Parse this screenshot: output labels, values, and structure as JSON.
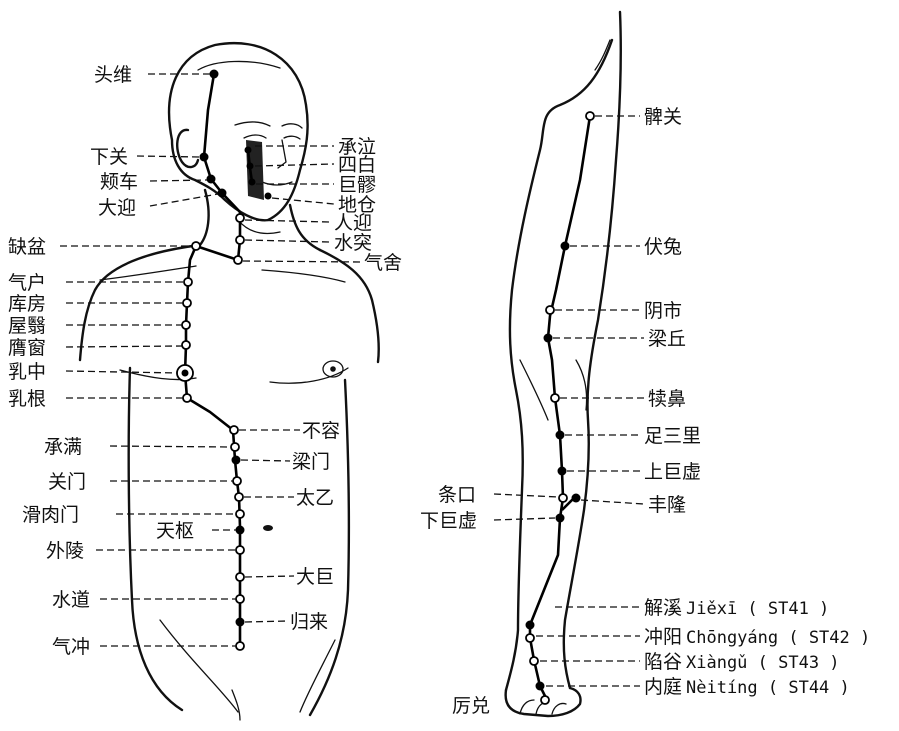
{
  "points": {
    "touwei": "头维",
    "xiaguan": "下关",
    "jiache": "颊车",
    "daying": "大迎",
    "chengqi": "承泣",
    "sibai": "四白",
    "juliao": "巨髎",
    "dicang": "地仓",
    "renying": "人迎",
    "shuitu": "水突",
    "qishe": "气舍",
    "quepen": "缺盆",
    "qihu": "气户",
    "kufang": "库房",
    "wuyi": "屋翳",
    "yingchuang": "膺窗",
    "ruzhong": "乳中",
    "rugen": "乳根",
    "burong": "不容",
    "chengman": "承满",
    "liangmen": "梁门",
    "guanmen": "关门",
    "taiyi": "太乙",
    "huaroumen": "滑肉门",
    "tianshu": "天枢",
    "wailing": "外陵",
    "daju": "大巨",
    "shuidao": "水道",
    "guilai": "归来",
    "qichong": "气冲",
    "biguan": "髀关",
    "futu": "伏兔",
    "yinshi": "阴市",
    "liangqiu": "梁丘",
    "dubi": "犊鼻",
    "zusanli": "足三里",
    "shangjuxu": "上巨虚",
    "tiaokou": "条口",
    "fenglong": "丰隆",
    "xiajuxu": "下巨虚",
    "jiexi": "解溪",
    "jiexi_py": "Jiěxī ( ST41 )",
    "chongyang": "冲阳",
    "chongyang_py": "Chōngyáng ( ST42 )",
    "xiangu": "陷谷",
    "xiangu_py": "Xiàngǔ ( ST43 )",
    "neiting": "内庭",
    "neiting_py": "Nèitíng ( ST44 )",
    "lidui": "厉兑"
  }
}
